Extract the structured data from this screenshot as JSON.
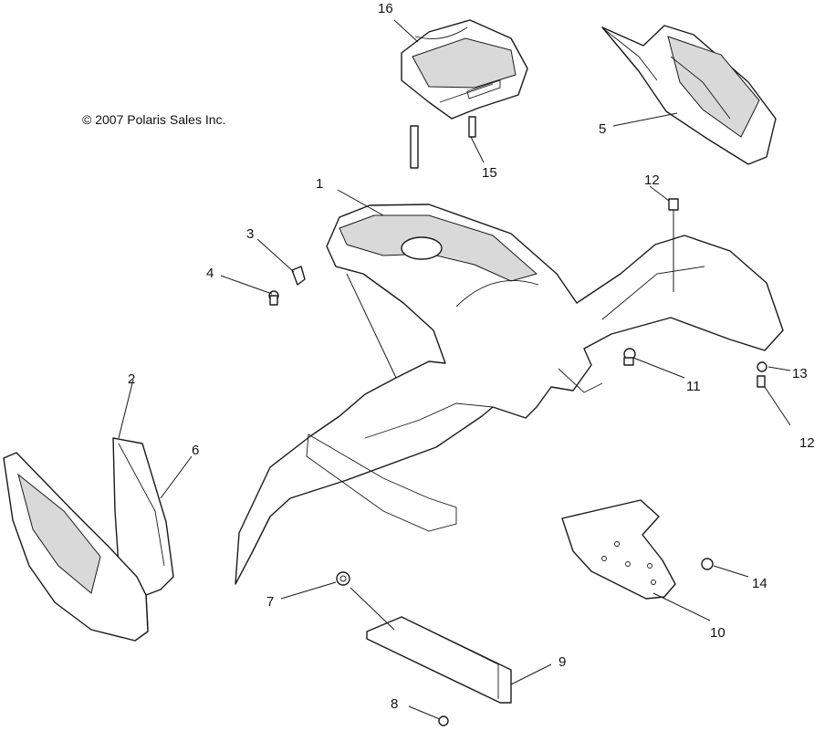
{
  "copyright": "© 2007 Polaris Sales Inc.",
  "callouts": {
    "c1": "1",
    "c2": "2",
    "c3": "3",
    "c4": "4",
    "c5": "5",
    "c6": "6",
    "c7": "7",
    "c8": "8",
    "c9": "9",
    "c10": "10",
    "c11": "11",
    "c12a": "12",
    "c12b": "12",
    "c13": "13",
    "c14": "14",
    "c15": "15",
    "c16": "16"
  }
}
